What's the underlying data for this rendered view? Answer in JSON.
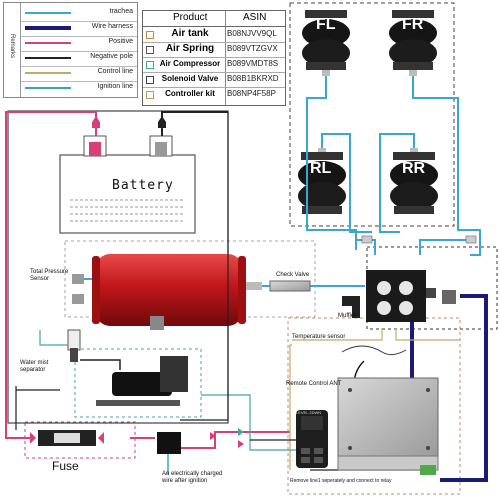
{
  "legend": {
    "remarks_label": "Remarks",
    "items": [
      {
        "label": "trachea",
        "color": "#3aa6d6"
      },
      {
        "label": "Wire harness",
        "color": "#1a1a7a"
      },
      {
        "label": "Positive",
        "color": "#d6407a"
      },
      {
        "label": "Negative pole",
        "color": "#222222"
      },
      {
        "label": "Control line",
        "color": "#c8a868"
      },
      {
        "label": "Ignition line",
        "color": "#3fa9a0"
      }
    ]
  },
  "asin_table": {
    "header_product": "Product",
    "header_asin": "ASIN",
    "rows": [
      {
        "product": "Air tank",
        "asin": "B08NJVV9QL",
        "color": "#c8883a"
      },
      {
        "product": "Air Spring",
        "asin": "B089VTZGVX",
        "color": "#555555"
      },
      {
        "product": "Air Compressor",
        "asin": "B089VMDT8S",
        "color": "#3fa9a0"
      },
      {
        "product": "Solenoid Valve",
        "asin": "B08B1BKRXD",
        "color": "#444444"
      },
      {
        "product": "Controller kit",
        "asin": "B08NP4F58P",
        "color": "#c89a5a"
      }
    ]
  },
  "air_springs": {
    "front_left": "FL",
    "front_right": "FR",
    "rear_left": "RL",
    "rear_right": "RR"
  },
  "battery_label": "Battery",
  "labels": {
    "total_pressure_sensor": "Total Pressure\nSensor",
    "check_valve": "Check Valve",
    "muffler": "Muffler",
    "water_mist_separator": "Water mist\nseparator",
    "temperature_sensor": "Temperature sensor",
    "remote_control_ant": "Remote Control ANT",
    "fuse": "Fuse",
    "ignition_note": "An electrically charged\nwire after ignition",
    "remove_line_note": "Remove line1 seperately and connect to relay",
    "level_screen": "LEVEL 2DWN"
  },
  "colors": {
    "trachea": "#3aa6d6",
    "wire_harness": "#1a1a7a",
    "positive": "#d6407a",
    "negative": "#222222",
    "control": "#c8a868",
    "ignition": "#3fa9a0",
    "tank_red": "#c0161a"
  }
}
